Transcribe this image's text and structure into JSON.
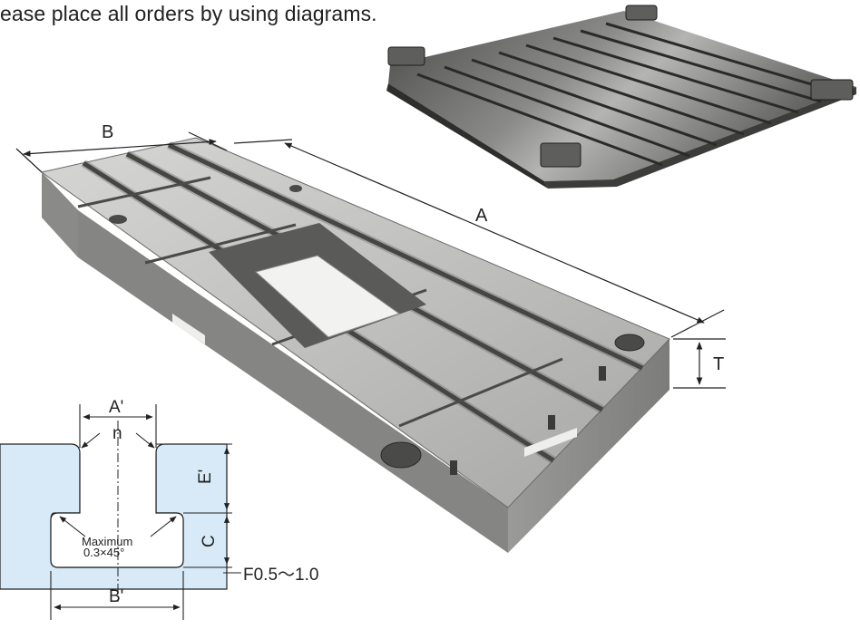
{
  "header": {
    "text": "ease place all orders by using diagrams."
  },
  "dimensions": {
    "A": "A",
    "B": "B",
    "T": "T",
    "A_prime": "A'",
    "n": "n",
    "E_prime": "E'",
    "C": "C",
    "B_prime": "B'",
    "chamfer_note": "F0.5〜1.0",
    "maximum_label": "Maximum",
    "maximum_value": "0.3×45°"
  },
  "colors": {
    "slot_section_fill": "#d8eaf7",
    "steel_light": "#c8c8c6",
    "steel_mid": "#a9a9a7",
    "steel_dark": "#7a7a78",
    "line": "#222222"
  }
}
